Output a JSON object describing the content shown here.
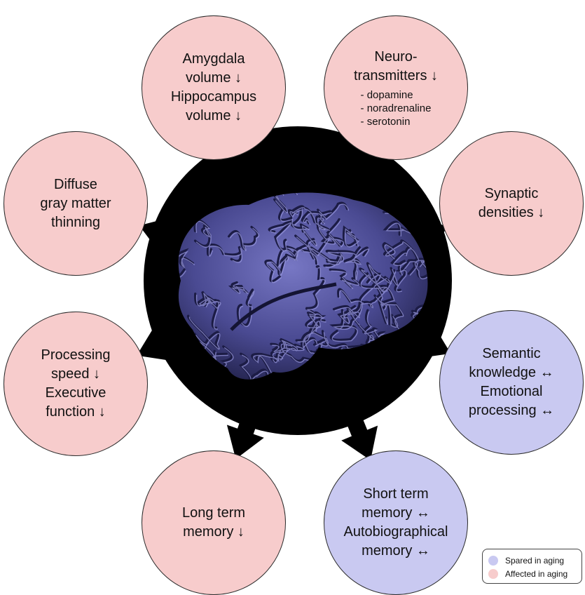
{
  "colors": {
    "affected": "#f7cccc",
    "spared": "#c9c9f1",
    "hub": "#000000",
    "brain": "#4a4a92"
  },
  "nodes": [
    {
      "id": "amygdala-hippocampus",
      "status": "affected",
      "lines": [
        "Amygdala",
        "volume ↓",
        "Hippocampus",
        "volume ↓"
      ]
    },
    {
      "id": "neurotransmitters",
      "status": "affected",
      "lines": [
        "Neuro-",
        "transmitters ↓"
      ],
      "sublines": [
        "- dopamine",
        "- noradrenaline",
        "- serotonin"
      ]
    },
    {
      "id": "synaptic-densities",
      "status": "affected",
      "lines": [
        "Synaptic",
        "densities ↓"
      ]
    },
    {
      "id": "semantic-emotional",
      "status": "spared",
      "lines": [
        "Semantic",
        "knowledge ↔",
        "Emotional",
        "processing ↔"
      ]
    },
    {
      "id": "short-term-autobiographical",
      "status": "spared",
      "lines": [
        "Short term",
        "memory ↔",
        "Autobiographical",
        "memory ↔"
      ]
    },
    {
      "id": "long-term-memory",
      "status": "affected",
      "lines": [
        "Long term",
        "memory ↓"
      ]
    },
    {
      "id": "processing-executive",
      "status": "affected",
      "lines": [
        "Processing",
        "speed ↓",
        "Executive",
        "function ↓"
      ]
    },
    {
      "id": "gray-matter",
      "status": "affected",
      "lines": [
        "Diffuse",
        "gray matter",
        "thinning"
      ]
    }
  ],
  "legend": {
    "items": [
      {
        "status": "spared",
        "label": "Spared in aging"
      },
      {
        "status": "affected",
        "label": "Affected in aging"
      }
    ]
  }
}
